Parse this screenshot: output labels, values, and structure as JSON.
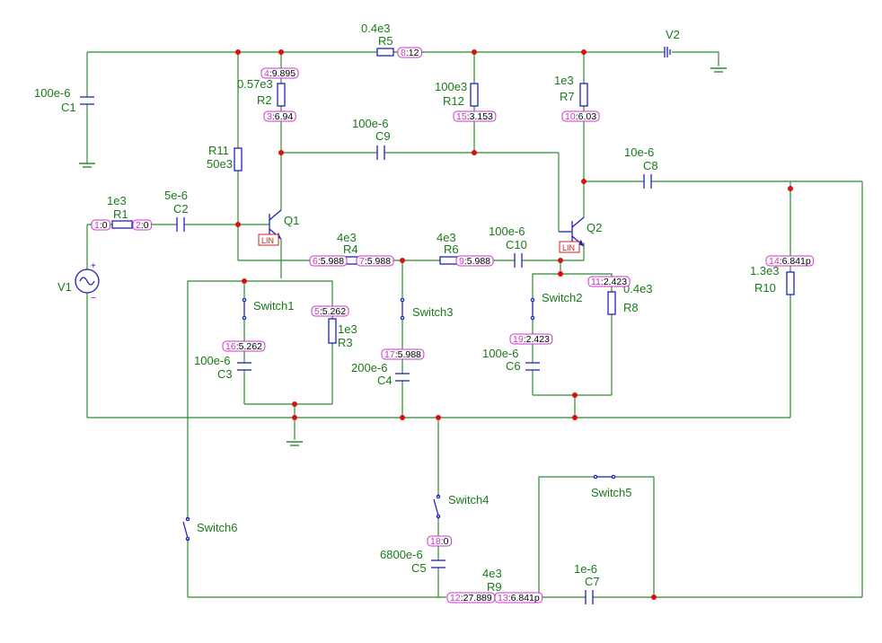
{
  "components": {
    "V1": {
      "name": "V1"
    },
    "V2": {
      "name": "V2"
    },
    "C1": {
      "name": "C1",
      "value": "100e-6"
    },
    "R1": {
      "name": "R1",
      "value": "1e3"
    },
    "C2": {
      "name": "C2",
      "value": "5e-6"
    },
    "R5": {
      "name": "R5",
      "value": "0.4e3"
    },
    "R2": {
      "name": "R2",
      "value": "0.57e3"
    },
    "R11": {
      "name": "R11",
      "value": "50e3"
    },
    "Q1": {
      "name": "Q1",
      "badge": "LIN"
    },
    "C9": {
      "name": "C9",
      "value": "100e-6"
    },
    "R12": {
      "name": "R12",
      "value": "100e3"
    },
    "R7": {
      "name": "R7",
      "value": "1e3"
    },
    "C8": {
      "name": "C8",
      "value": "10e-6"
    },
    "Q2": {
      "name": "Q2",
      "badge": "LIN"
    },
    "R4": {
      "name": "R4",
      "value": "4e3"
    },
    "R6": {
      "name": "R6",
      "value": "4e3"
    },
    "C10": {
      "name": "C10",
      "value": "100e-6"
    },
    "R10": {
      "name": "R10",
      "value": "1.3e3"
    },
    "R3": {
      "name": "R3",
      "value": "1e3"
    },
    "C3": {
      "name": "C3",
      "value": "100e-6"
    },
    "C4": {
      "name": "C4",
      "value": "200e-6"
    },
    "R8": {
      "name": "R8",
      "value": "0.4e3"
    },
    "C6": {
      "name": "C6",
      "value": "100e-6"
    },
    "C5": {
      "name": "C5",
      "value": "6800e-6"
    },
    "R9": {
      "name": "R9",
      "value": "4e3"
    },
    "C7": {
      "name": "C7",
      "value": "1e-6"
    }
  },
  "switches": {
    "s1": "Switch1",
    "s2": "Switch2",
    "s3": "Switch3",
    "s4": "Switch4",
    "s5": "Switch5",
    "s6": "Switch6"
  },
  "nodes": {
    "n1": {
      "id": "1",
      "value": "0"
    },
    "n2": {
      "id": "2",
      "value": "0"
    },
    "n3": {
      "id": "3",
      "value": "6.94"
    },
    "n4": {
      "id": "4",
      "value": "9.895"
    },
    "n5": {
      "id": "5",
      "value": "5.262"
    },
    "n6": {
      "id": "6",
      "value": "5.988"
    },
    "n7": {
      "id": "7",
      "value": "5.988"
    },
    "n8": {
      "id": "8",
      "value": "12"
    },
    "n9": {
      "id": "9",
      "value": "5.988"
    },
    "n10": {
      "id": "10",
      "value": "6.03"
    },
    "n11": {
      "id": "11",
      "value": "2.423"
    },
    "n12": {
      "id": "12",
      "value": "27.889"
    },
    "n13": {
      "id": "13",
      "value": "6.841p"
    },
    "n14": {
      "id": "14",
      "value": "6.841p"
    },
    "n15": {
      "id": "15",
      "value": "3.153"
    },
    "n16": {
      "id": "16",
      "value": "5.262"
    },
    "n17": {
      "id": "17",
      "value": "5.988"
    },
    "n18": {
      "id": "18",
      "value": "0"
    },
    "n19": {
      "id": "19",
      "value": "2.423"
    }
  },
  "colors": {
    "wire": "#2e8b2e",
    "component": "#2020c0",
    "junction": "#dd1010",
    "node_label": "#cc33cc",
    "badge": "#cc2020"
  }
}
